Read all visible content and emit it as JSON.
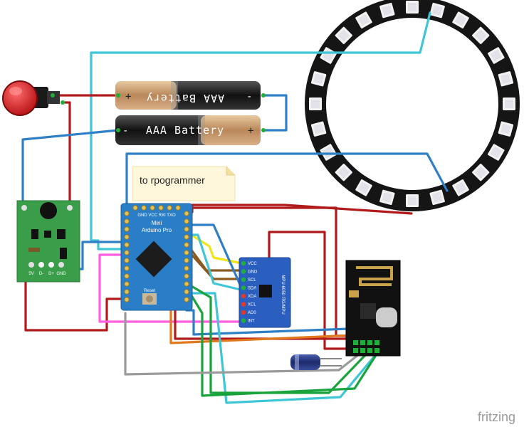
{
  "diagram": {
    "note": "to rpogrammer",
    "battery_top_label": "AAA Battery",
    "battery_bottom_label": "AAA Battery",
    "plus": "+",
    "minus": "-",
    "watermark": "fritzing",
    "arduino": {
      "line1": "Mini",
      "line2": "Arduino Pro",
      "header": "GND VCC RXI TXO",
      "reset": "Reset"
    },
    "mpu": {
      "title": "MPU-6050 ITG/MPU",
      "pins": [
        "VCC",
        "GND",
        "SCL",
        "SDA",
        "XDA",
        "XCL",
        "AD0",
        "INT"
      ]
    },
    "charger": {
      "pins": [
        "5V",
        "D-",
        "D+",
        "GND"
      ]
    },
    "colors": {
      "red": "#b11a1a",
      "cyan": "#3ec6d6",
      "blue": "#2f7fc6",
      "pink": "#ff5fe0",
      "yellow": "#f0e51a",
      "brown": "#8a5a1e",
      "green": "#19a33c",
      "gray": "#9a9a9a",
      "orange": "#e1781c"
    }
  }
}
